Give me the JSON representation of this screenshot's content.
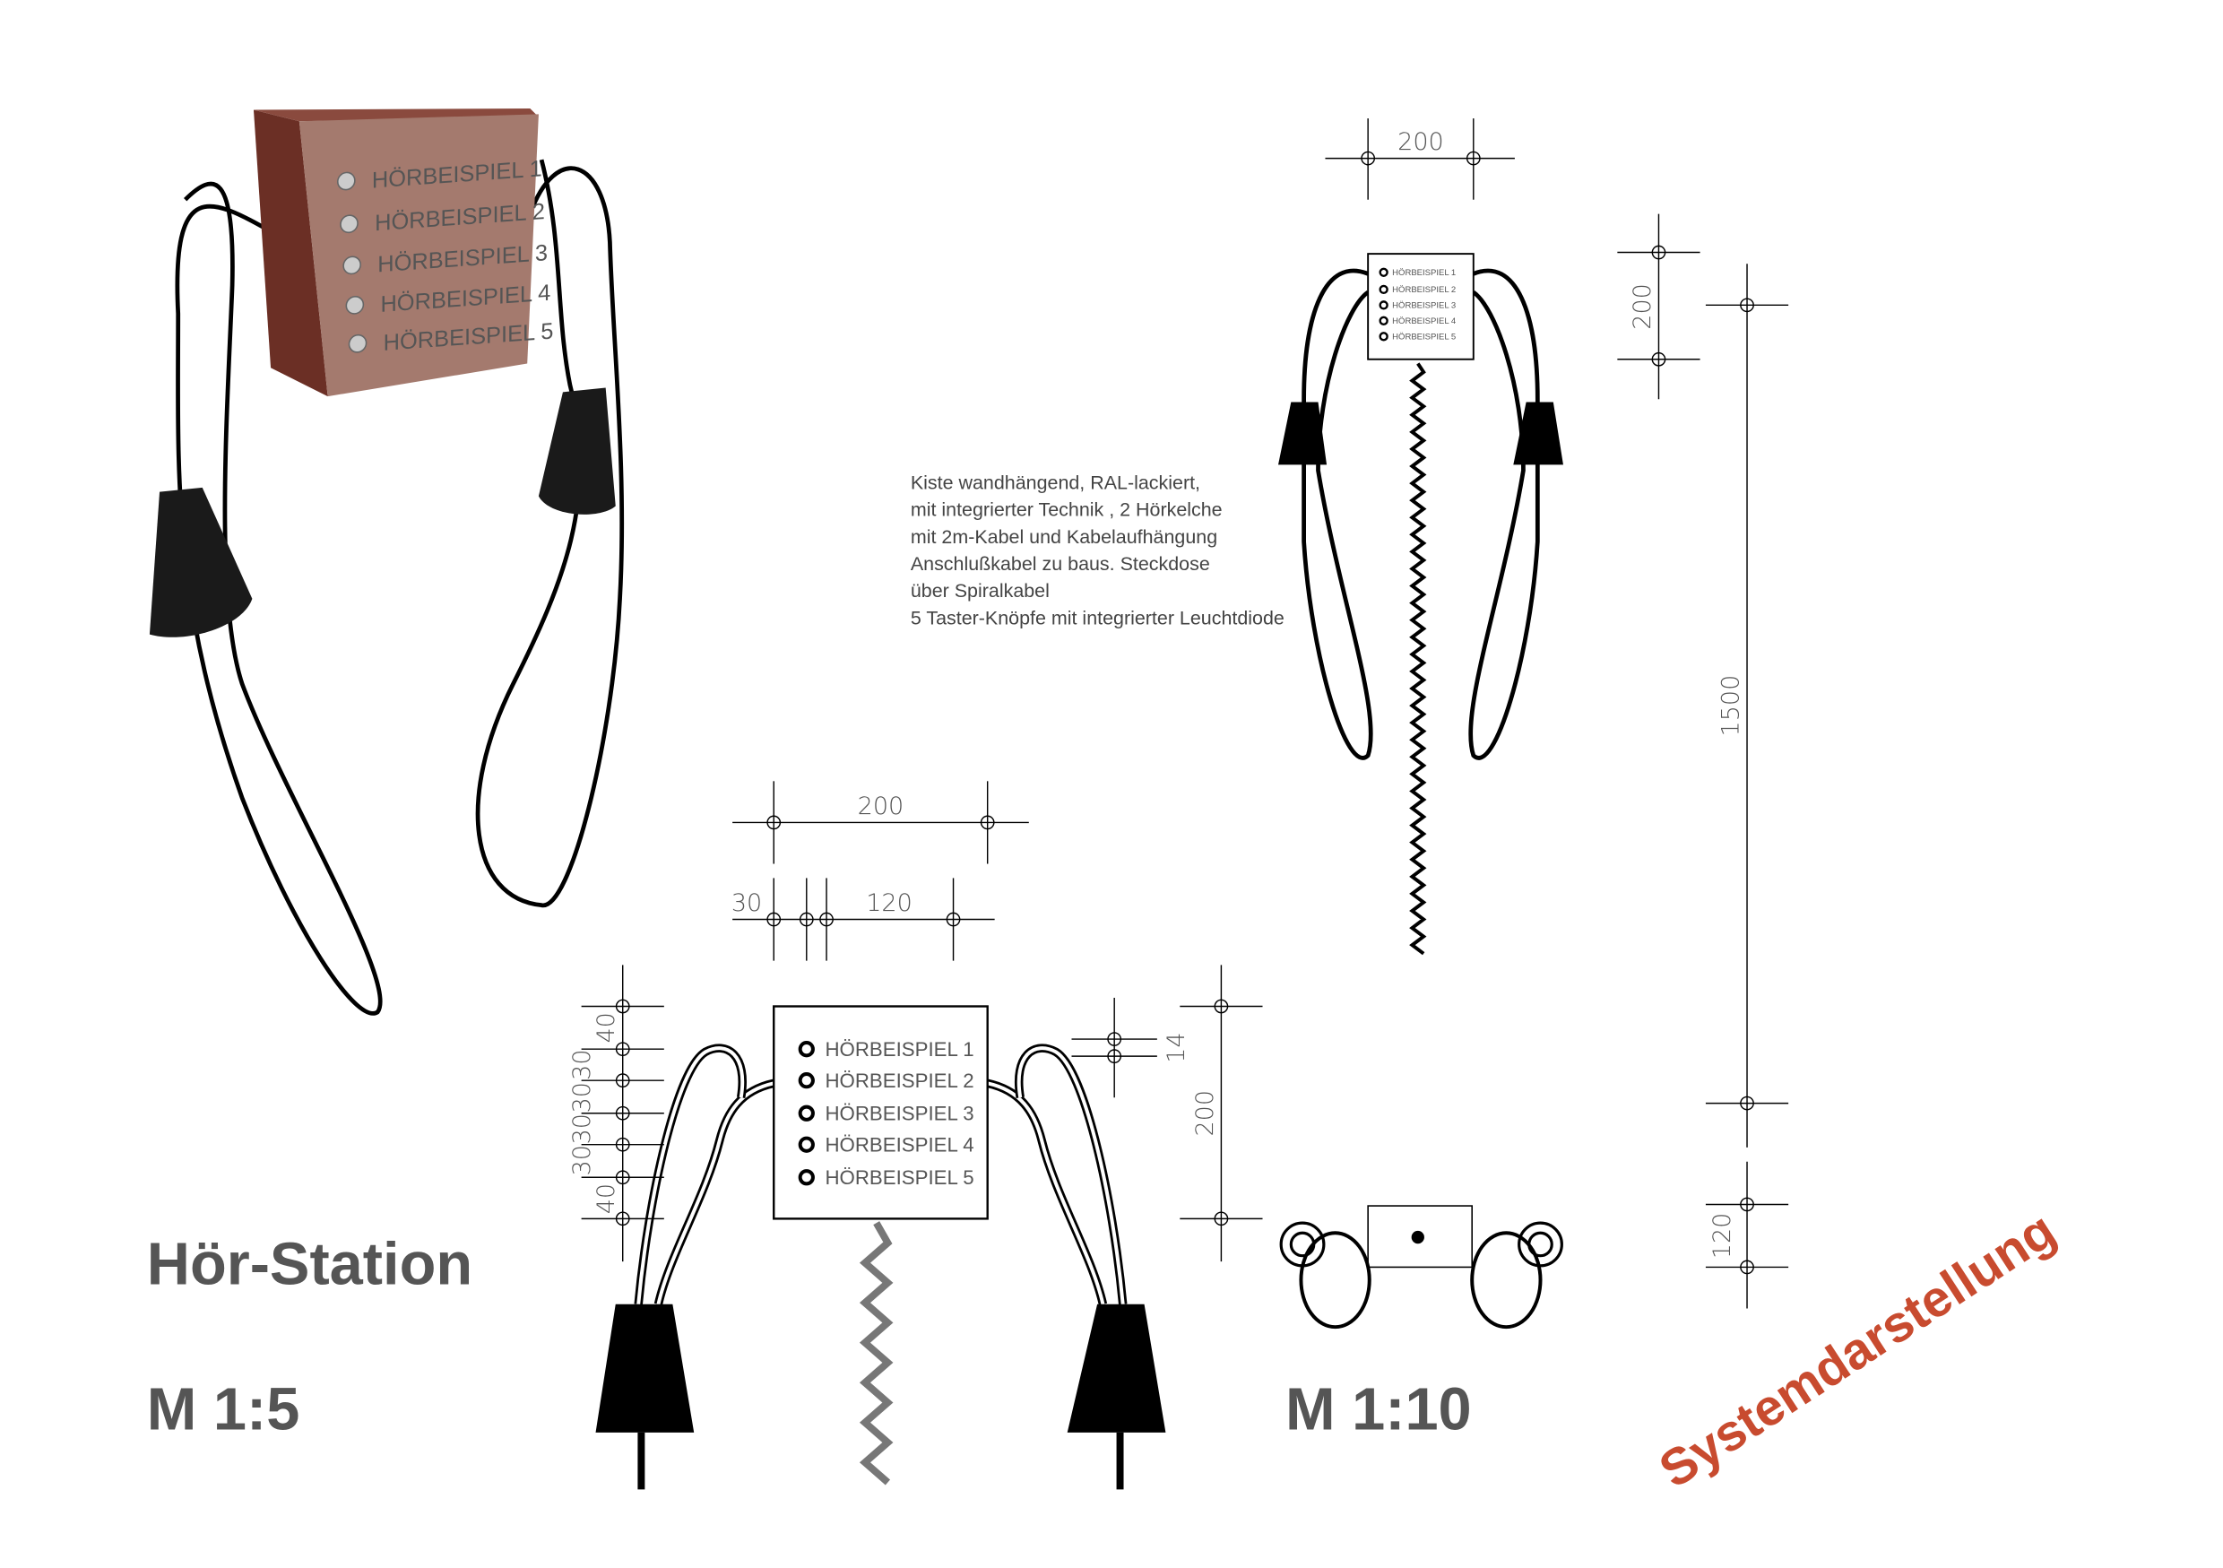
{
  "title": "Hör-Station",
  "scale_left": "M 1:5",
  "scale_right": "M 1:10",
  "stamp": "Systemdarstellung",
  "stamp_color": "#c84b2f",
  "box_color": "#a47a6e",
  "buttons": [
    "HÖRBEISPIEL 1",
    "HÖRBEISPIEL 2",
    "HÖRBEISPIEL 3",
    "HÖRBEISPIEL 4",
    "HÖRBEISPIEL 5"
  ],
  "description": [
    "Kiste wandhängend, RAL-lackiert,",
    "mit integrierter Technik , 2 Hörkelche",
    "mit 2m-Kabel und Kabelaufhängung",
    "Anschlußkabel zu baus. Steckdose",
    "über Spiralkabel",
    "5 Taster-Knöpfe mit integrierter Leuchtdiode"
  ],
  "dimensions": {
    "front_width": "200",
    "side_offset": "30",
    "button_spacing_width": "120",
    "left_top": "40",
    "left_mid": [
      "30",
      "30",
      "30",
      "30"
    ],
    "left_bottom": "40",
    "cable_offset": "14",
    "front_height": "200",
    "small_width": "200",
    "small_height": "200",
    "hang_height": "1500",
    "plan_depth": "120"
  }
}
